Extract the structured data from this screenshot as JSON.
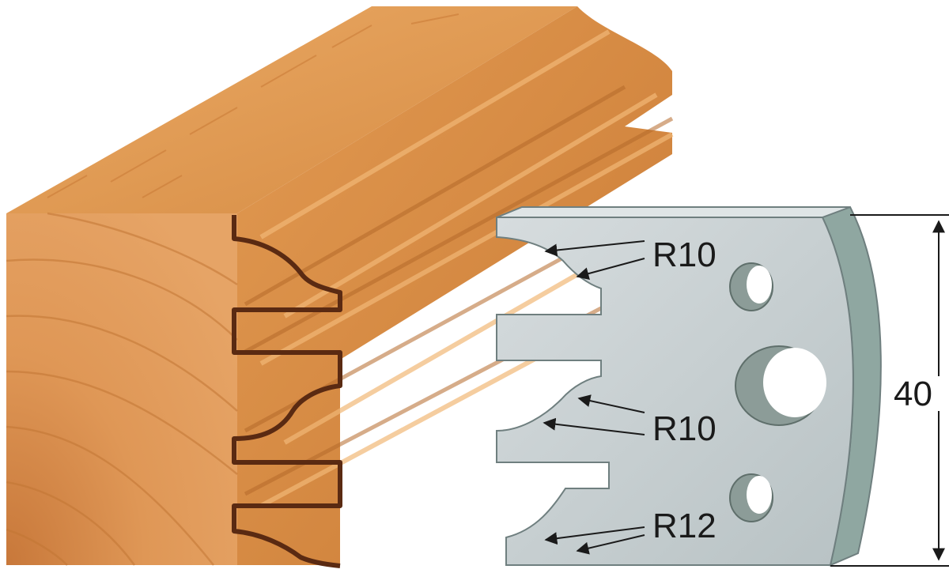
{
  "diagram": {
    "labels": {
      "radius_top": "R10",
      "radius_middle": "R10",
      "radius_bottom": "R12",
      "height": "40"
    },
    "colors": {
      "wood_light": "#e7a45e",
      "wood_mid": "#d98f45",
      "wood_dark": "#b86a28",
      "wood_end": "#dc9252",
      "profile_line": "#5a2a12",
      "knife_face": "#c9d1d3",
      "knife_edge": "#8fa7a1",
      "knife_outline": "#6f7f7f",
      "hole_fill": "#8c9c98",
      "text": "#1a1a1a"
    }
  }
}
